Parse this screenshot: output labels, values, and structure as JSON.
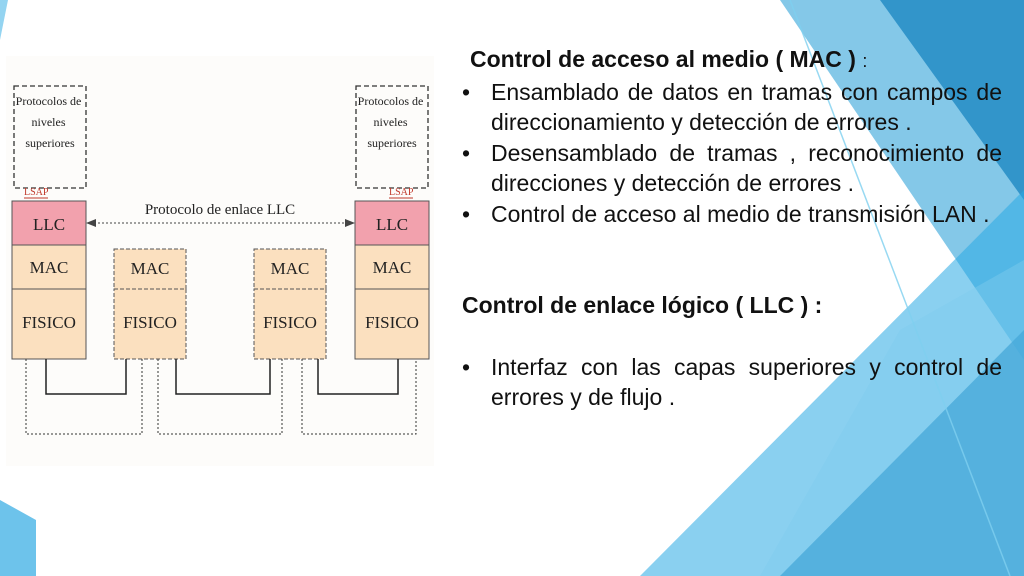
{
  "slide": {
    "mac_heading": "Control de acceso al medio ( MAC )",
    "mac_heading_colon": ":",
    "mac_bullets": [
      "Ensamblado de datos en tramas con campos de direccionamiento y detección de errores .",
      "Desensamblado de tramas , reconocimiento de direcciones y detección de errores .",
      "Control de acceso al medio de transmisión LAN ."
    ],
    "llc_heading": "Control de enlace lógico ( LLC ) :",
    "llc_bullets": [
      "Interfaz con las capas superiores y control de errores y de flujo ."
    ],
    "bullet_glyph": "•"
  },
  "figure": {
    "upper_layer_label_line1": "Protocolos de",
    "upper_layer_label_line2": "niveles",
    "upper_layer_label_line3": "superiores",
    "lsap_label": "LSAP",
    "llc_label": "LLC",
    "mac_label": "MAC",
    "fisico_label": "FISICO",
    "llc_protocol_label": "Protocolo de enlace LLC"
  },
  "colors": {
    "accent_blue": "#29a6e0",
    "llc_pink": "#f2a1ad",
    "layer_peach": "#fbe0bf",
    "lsap_red": "#c0392b"
  }
}
